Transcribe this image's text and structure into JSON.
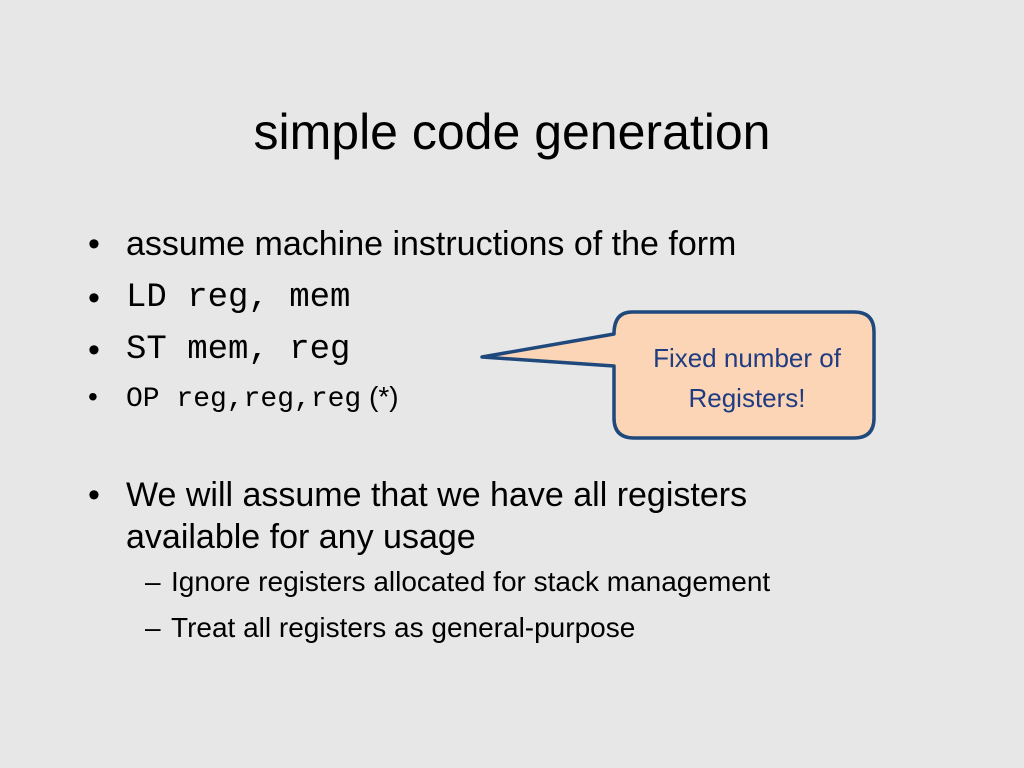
{
  "slide": {
    "title": "simple code generation",
    "bullets": [
      {
        "marker": "•",
        "text": "assume machine instructions of the form"
      },
      {
        "marker": "•",
        "text": "LD reg, mem"
      },
      {
        "marker": "•",
        "text": "ST mem, reg"
      },
      {
        "marker": "•",
        "code": "OP reg,reg,reg",
        "suffix": " (*)"
      },
      {
        "marker": "•",
        "text": "We will assume that we have all registers available for any usage"
      }
    ],
    "subbullets": [
      {
        "marker": "–",
        "text": "Ignore registers allocated for stack management"
      },
      {
        "marker": "–",
        "text": "Treat all registers as general-purpose"
      }
    ]
  },
  "callout": {
    "line1": "Fixed number of",
    "line2": "Registers!",
    "fill_color": "#fbd5b5",
    "border_color": "#1f497d",
    "text_color": "#1f3b82"
  }
}
